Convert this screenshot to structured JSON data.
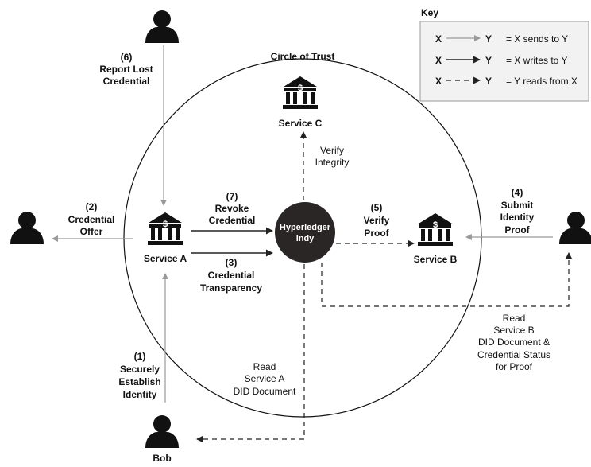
{
  "circle_title": "Circle of Trust",
  "hub": {
    "line1": "Hyperledger",
    "line2": "Indy"
  },
  "services": {
    "a": "Service A",
    "b": "Service B",
    "c": "Service C"
  },
  "bank_symbol": "$",
  "people": {
    "bob": "Bob"
  },
  "steps": {
    "s1": {
      "num": "(1)",
      "l1": "Securely",
      "l2": "Establish",
      "l3": "Identity"
    },
    "s2": {
      "num": "(2)",
      "l1": "Credential",
      "l2": "Offer"
    },
    "s3": {
      "num": "(3)",
      "l1": "Credential",
      "l2": "Transparency"
    },
    "s4": {
      "num": "(4)",
      "l1": "Submit",
      "l2": "Identity",
      "l3": "Proof"
    },
    "s5": {
      "num": "(5)",
      "l1": "Verify",
      "l2": "Proof"
    },
    "s6": {
      "num": "(6)",
      "l1": "Report Lost",
      "l2": "Credential"
    },
    "s7": {
      "num": "(7)",
      "l1": "Revoke",
      "l2": "Credential"
    }
  },
  "reads": {
    "integrity": {
      "l1": "Verify",
      "l2": "Integrity"
    },
    "service_a": {
      "l1": "Read",
      "l2": "Service A",
      "l3": "DID Document"
    },
    "service_b": {
      "l1": "Read",
      "l2": "Service B",
      "l3": "DID Document &",
      "l4": "Credential Status",
      "l5": "for Proof"
    }
  },
  "key": {
    "title": "Key",
    "x": "X",
    "y": "Y",
    "sends": "= X sends to Y",
    "writes": "= X writes to Y",
    "reads": "= Y reads from X"
  },
  "colors": {
    "send_arrow": "#9a9a9a",
    "write_arrow": "#222222",
    "hub_fill": "#2b2626",
    "icon": "#111111",
    "key_bg": "#f2f2f2"
  }
}
